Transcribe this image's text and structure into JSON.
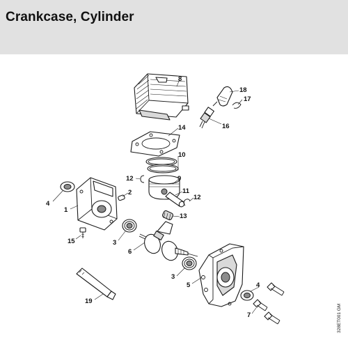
{
  "header": {
    "title": "Crankcase, Cylinder"
  },
  "diagram": {
    "callouts": [
      {
        "id": "8",
        "label": "8"
      },
      {
        "id": "18",
        "label": "18"
      },
      {
        "id": "17",
        "label": "17"
      },
      {
        "id": "16",
        "label": "16"
      },
      {
        "id": "14",
        "label": "14"
      },
      {
        "id": "10",
        "label": "10"
      },
      {
        "id": "12a",
        "label": "12"
      },
      {
        "id": "9",
        "label": "9"
      },
      {
        "id": "2",
        "label": "2"
      },
      {
        "id": "11",
        "label": "11"
      },
      {
        "id": "12b",
        "label": "12"
      },
      {
        "id": "4a",
        "label": "4"
      },
      {
        "id": "1",
        "label": "1"
      },
      {
        "id": "13",
        "label": "13"
      },
      {
        "id": "15",
        "label": "15"
      },
      {
        "id": "3a",
        "label": "3"
      },
      {
        "id": "6",
        "label": "6"
      },
      {
        "id": "3b",
        "label": "3"
      },
      {
        "id": "5",
        "label": "5"
      },
      {
        "id": "4b",
        "label": "4"
      },
      {
        "id": "7",
        "label": "7"
      },
      {
        "id": "19",
        "label": "19"
      }
    ],
    "reference_code": "328ET001 GM"
  }
}
